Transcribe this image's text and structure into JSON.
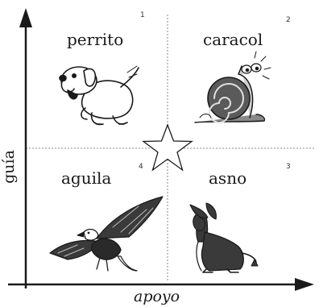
{
  "axes": {
    "x_label": "apoyo",
    "y_label": "guía"
  },
  "quadrants": [
    {
      "number": "1",
      "title": "perrito",
      "image": "puppy-illustration"
    },
    {
      "number": "2",
      "title": "caracol",
      "image": "snail-illustration"
    },
    {
      "number": "3",
      "title": "asno",
      "image": "donkey-illustration"
    },
    {
      "number": "4",
      "title": "aguila",
      "image": "eagle-illustration"
    }
  ],
  "center_icon": "star-icon",
  "colors": {
    "ink": "#1a1a1a",
    "divider": "#888888"
  }
}
